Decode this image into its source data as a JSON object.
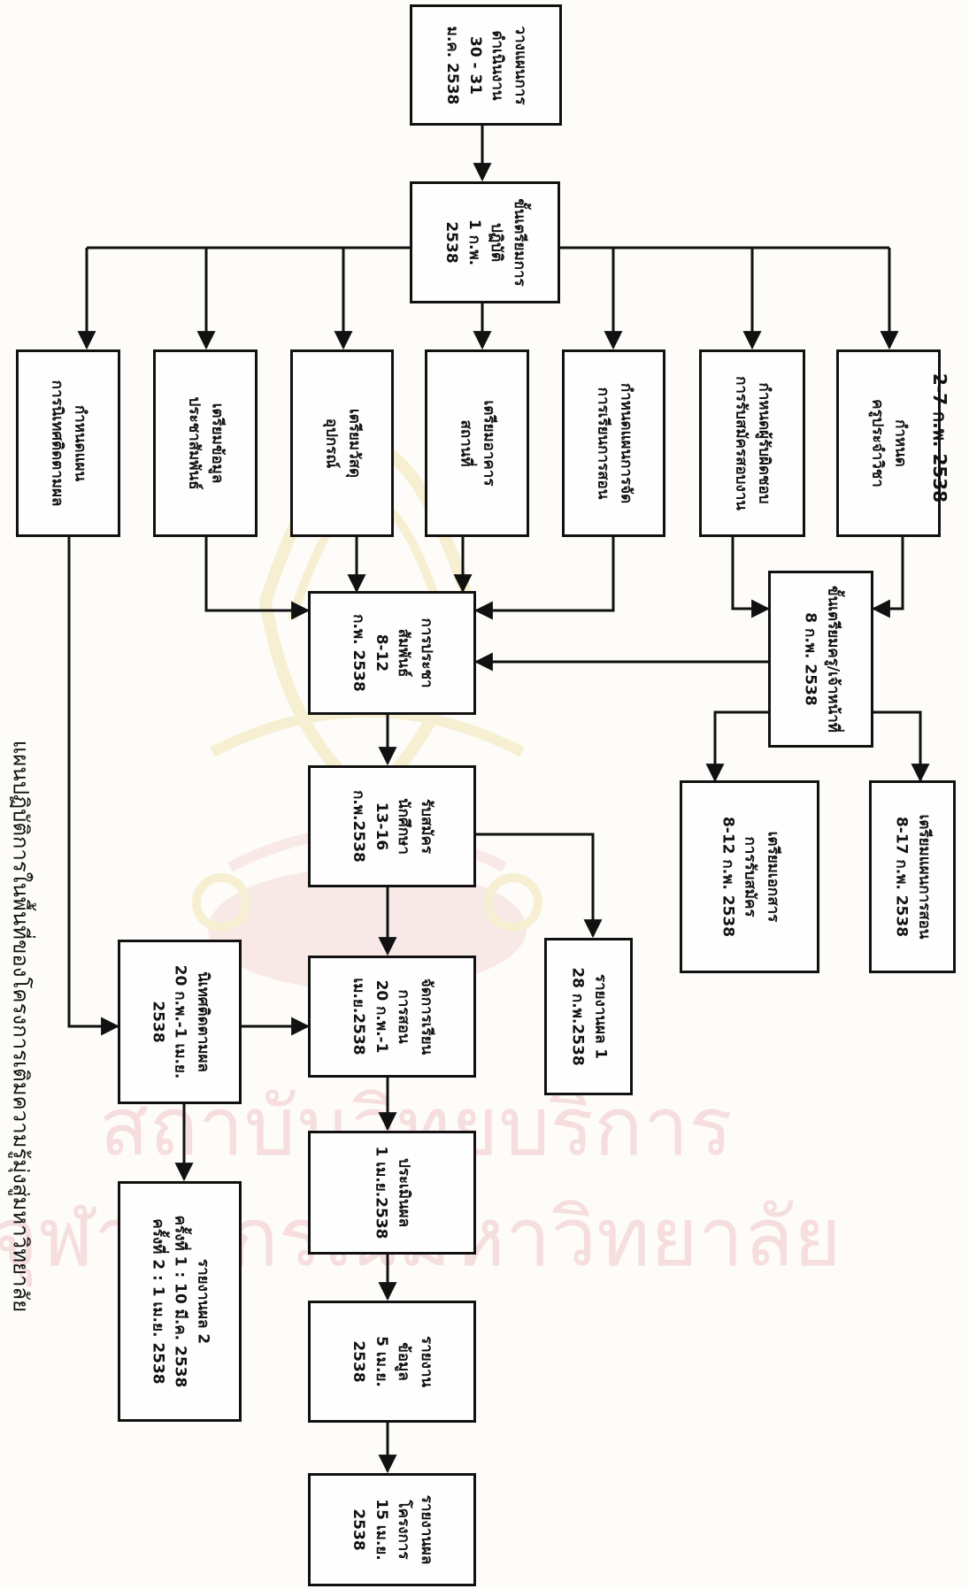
{
  "diagram": {
    "caption": "แผนปฏิบัติการในพื้นที่ของโครงการเติมความรู้มุ่งสู่มหาวิทยาลัย",
    "side_note": "2-7 ก.พ. 2538",
    "watermark": {
      "line1": "สถาบันวิทยบริการ",
      "line2": "จุฬาลงกรณ์มหาวิทยาลัย"
    },
    "nodes": {
      "plan": {
        "lines": [
          "วางแผนการ",
          "ดำเนินงาน",
          "30 - 31",
          "ม.ค. 2538"
        ]
      },
      "prepare": {
        "lines": [
          "ขั้นเตรียมการ",
          "ปฏิบัติ",
          "1 ก.พ.",
          "2538"
        ]
      },
      "teachers": {
        "lines": [
          "กำหนด",
          "ครูประจำวิชา"
        ]
      },
      "recruit_rule": {
        "lines": [
          "กำหนดผู้รับผิดชอบ",
          "การรับสมัครสอบงาน"
        ]
      },
      "schedule": {
        "lines": [
          "กำหนดแผนการจัด",
          "การเรียนการสอน"
        ]
      },
      "building": {
        "lines": [
          "เตรียมอาคาร",
          "สถานที่"
        ]
      },
      "equipment": {
        "lines": [
          "เตรียมวัสดุ",
          "อุปกรณ์"
        ]
      },
      "pr_info": {
        "lines": [
          "เตรียมข้อมูล",
          "ประชาสัมพันธ์"
        ]
      },
      "followup_plan": {
        "lines": [
          "กำหนดแผน",
          "การนิเทศติดตามผล"
        ]
      },
      "staff_prep": {
        "lines": [
          "ขั้นเตรียมครู/เจ้าหน้าที่",
          "8 ก.พ. 2538"
        ]
      },
      "pr": {
        "lines": [
          "การประชา",
          "สัมพันธ์",
          "8-12",
          "ก.พ. 2538"
        ]
      },
      "lesson_plan": {
        "lines": [
          "เตรียมแผนการสอน",
          "8-17  ก.พ.  2538"
        ]
      },
      "documents": {
        "lines": [
          "เตรียมเอกสาร",
          "การรับสมัคร",
          "8-12  ก.พ.  2538"
        ]
      },
      "enroll": {
        "lines": [
          "รับสมัคร",
          "นักศึกษา",
          "13-16",
          "ก.พ.2538"
        ]
      },
      "report1": {
        "lines": [
          "รายงานผล 1",
          "28 ก.พ.2538"
        ]
      },
      "teaching": {
        "lines": [
          "จัดการเรียน",
          "การสอน",
          "20 ก.พ.-1",
          "เม.ย.2538"
        ]
      },
      "monitor": {
        "lines": [
          "นิเทศติดตามผล",
          "20 ก.พ.-1 เม.ย.",
          "2538"
        ]
      },
      "evaluate": {
        "lines": [
          "ประเมินผล",
          "1 เม.ย.2538"
        ]
      },
      "report2": {
        "lines": [
          "รายงานผล 2",
          "ครั้งที่ 1 : 10 มี.ค. 2538",
          "ครั้งที่ 2 : 1  เม.ย. 2538"
        ]
      },
      "data_report": {
        "lines": [
          "รายงาน",
          "ข้อมูล",
          "5 เม.ย.",
          "2538"
        ]
      },
      "project_report": {
        "lines": [
          "รายงานผล",
          "โครงการ",
          "15 เม.ย.",
          "2538"
        ]
      }
    }
  }
}
